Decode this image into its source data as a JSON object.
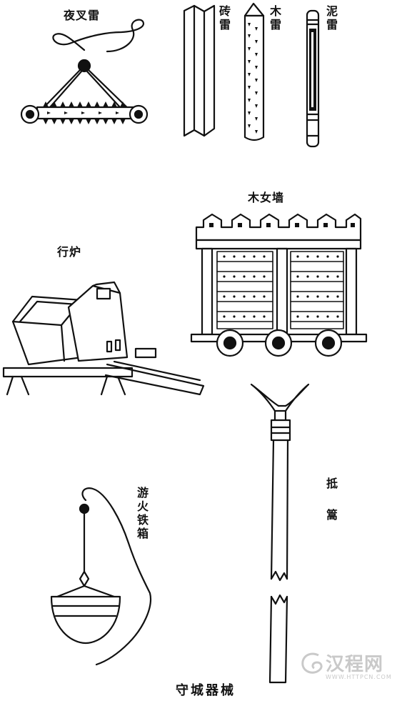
{
  "labels": {
    "yechalei": "夜叉雷",
    "zhuanlei": "砖雷",
    "mulei": "木雷",
    "nilei": "泥雷",
    "munvqiang": "木女墙",
    "xinglu": "行炉",
    "youhuotiexiang": "游火铁箱",
    "dike": "抵篙"
  },
  "caption": "守城器械",
  "watermark": {
    "text": "汉程网",
    "url": "WWW.HTTPCN.COM"
  },
  "colors": {
    "ink": "#111111",
    "paper": "#ffffff",
    "watermark": "#c9c9c9"
  }
}
